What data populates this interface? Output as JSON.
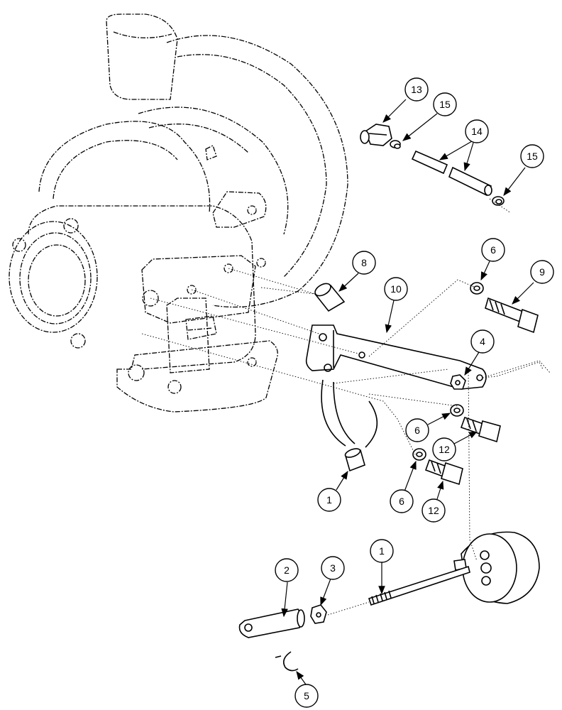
{
  "diagram": {
    "callouts": [
      {
        "id": "c13",
        "label": "13"
      },
      {
        "id": "c15a",
        "label": "15"
      },
      {
        "id": "c14",
        "label": "14"
      },
      {
        "id": "c15b",
        "label": "15"
      },
      {
        "id": "c8",
        "label": "8"
      },
      {
        "id": "c6a",
        "label": "6"
      },
      {
        "id": "c9",
        "label": "9"
      },
      {
        "id": "c10",
        "label": "10"
      },
      {
        "id": "c4",
        "label": "4"
      },
      {
        "id": "c6b",
        "label": "6"
      },
      {
        "id": "c12a",
        "label": "12"
      },
      {
        "id": "c1a",
        "label": "1"
      },
      {
        "id": "c6c",
        "label": "6"
      },
      {
        "id": "c12b",
        "label": "12"
      },
      {
        "id": "c2",
        "label": "2"
      },
      {
        "id": "c3",
        "label": "3"
      },
      {
        "id": "c1b",
        "label": "1"
      },
      {
        "id": "c5",
        "label": "5"
      }
    ]
  }
}
